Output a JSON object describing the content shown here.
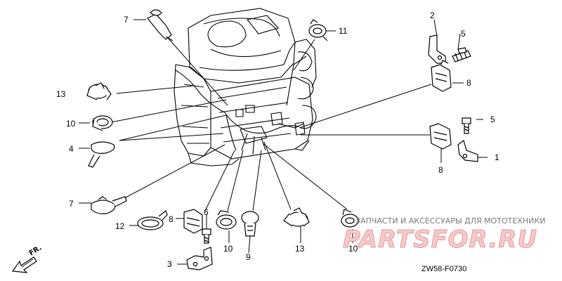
{
  "callouts": {
    "c7_top": "7",
    "c11": "11",
    "c2": "2",
    "c5_top": "5",
    "c8_right": "8",
    "c13_left": "13",
    "c10_left": "10",
    "c4": "4",
    "c5_mid": "5",
    "c1": "1",
    "c8_lower_right": "8",
    "c7_bottom": "7",
    "c12": "12",
    "c8_bottom": "8",
    "c6": "6",
    "c10_bottom": "10",
    "c9": "9",
    "c13_bottom": "13",
    "c10_right": "10",
    "c3": "3"
  },
  "diagram_code": "ZW58-F0730",
  "direction_label": "FR.",
  "watermark": {
    "tagline": "ЗАПЧАСТИ И АКСЕССУАРЫ ДЛЯ МОТОТЕХНИКИ",
    "brand": "PARTSFOR.RU"
  }
}
